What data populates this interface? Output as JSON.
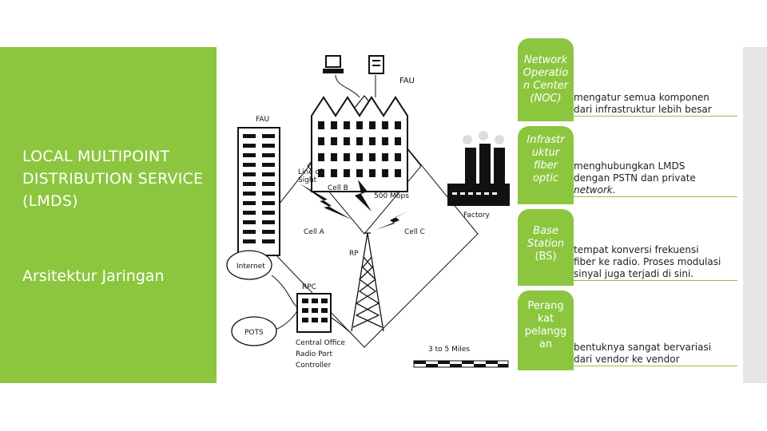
{
  "slide": {
    "title": "LOCAL MULTIPOINT DISTRIBUTION SERVICE (LMDS)",
    "subtitle": "Arsitektur Jaringan"
  },
  "diagram_labels": {
    "fau_top": "FAU",
    "fau_left": "FAU",
    "line_of_sight": [
      "Line of",
      "Sight"
    ],
    "cell_b": "Cell B",
    "mbps": "500 Mbps",
    "factory": "Factory",
    "cell_a": "Cell A",
    "cell_c": "Cell C",
    "rp": "RP",
    "internet": "Internet",
    "rpc": "RPC",
    "pots": "POTS",
    "central_office": [
      "Central Office",
      "Radio Port",
      "Controller"
    ],
    "miles": "3 to 5 Miles"
  },
  "components": [
    {
      "name_lines": [
        "Network",
        "Operatio",
        "n Center",
        "(NOC)"
      ],
      "desc_lines": [
        "mengatur semua komponen",
        "dari infrastruktur lebih besar"
      ]
    },
    {
      "name_lines": [
        "Infrastr",
        "uktur",
        "fiber",
        "optic"
      ],
      "desc_lines": [
        "menghubungkan LMDS",
        "dengan PSTN dan private",
        "network."
      ]
    },
    {
      "name_lines": [
        "Base",
        "Station",
        "(BS)"
      ],
      "desc_lines": [
        "tempat konversi frekuensi",
        "fiber ke radio. Proses modulasi",
        "sinyal juga terjadi di sini."
      ]
    },
    {
      "name_lines": [
        "Perang",
        "kat",
        "pelangg",
        "an"
      ],
      "desc_lines": [
        "bentuknya sangat bervariasi",
        "dari vendor ke vendor"
      ]
    }
  ],
  "colors": {
    "accent_green": "#8cc63f",
    "side_bar_grey": "#e6e6e6"
  }
}
